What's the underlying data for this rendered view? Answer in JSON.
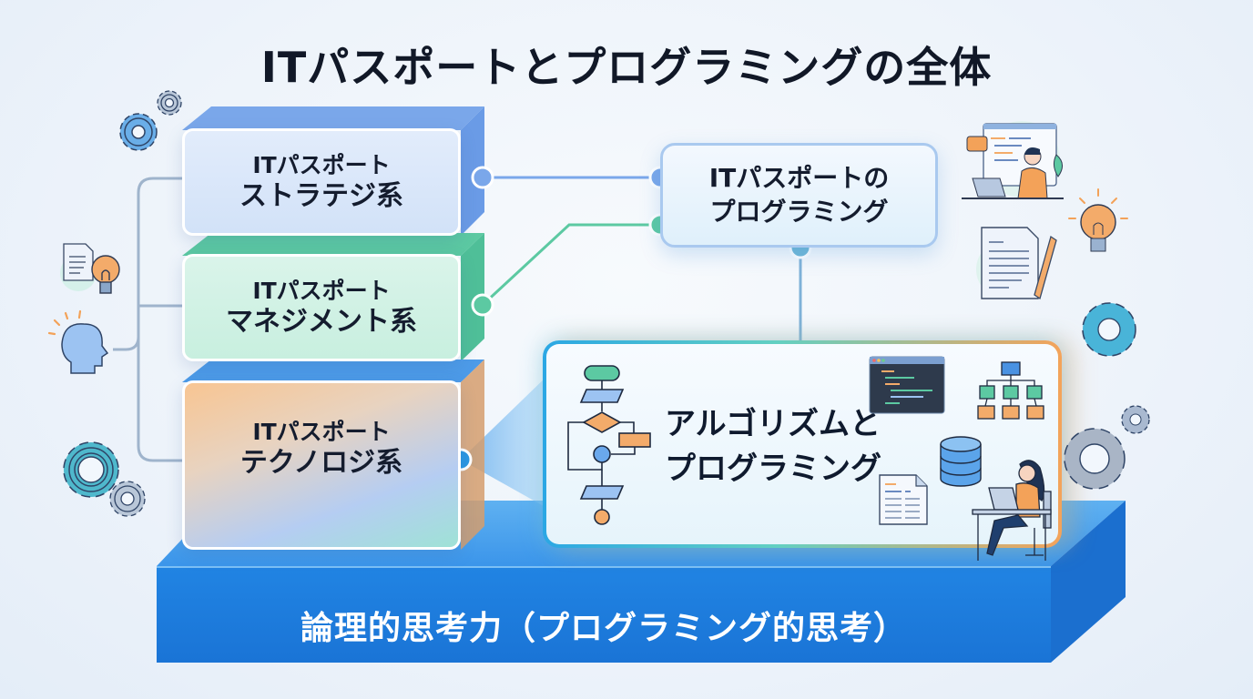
{
  "title": "ITパスポートとプログラミングの全体",
  "blocks": [
    {
      "line1": "ITパスポート",
      "line2": "ストラテジ系",
      "color": "#7aa7ea"
    },
    {
      "line1": "ITパスポート",
      "line2": "マネジメント系",
      "color": "#5cc9a2"
    },
    {
      "line1": "ITパスポート",
      "line2": "テクノロジ系",
      "color": "#f3ab6a"
    }
  ],
  "itpassport_programming": {
    "line1": "ITパスポートの",
    "line2": "プログラミング"
  },
  "algorithm_programming": {
    "line1": "アルゴリズムと",
    "line2": "プログラミング"
  },
  "foundation": {
    "label": "論理的思考力（プログラミング的思考）",
    "color": "#1f7fe0"
  },
  "colors": {
    "connector_blue": "#7aa7ea",
    "connector_green": "#5cc9a2",
    "connector_teal": "#6fb7d6",
    "accent_orange": "#f3ab6a",
    "text_dark": "#111827"
  },
  "icons": {
    "left": [
      "gear-icon",
      "document-icon",
      "lightbulb-icon",
      "head-thinking-icon",
      "gear-icon"
    ],
    "right": [
      "programmer-at-computer-icon",
      "lightbulb-icon",
      "document-pencil-icon",
      "gear-icon",
      "gear-icon"
    ],
    "inside_algorithm_box": [
      "flowchart-icon",
      "code-editor-icon",
      "hierarchy-tree-icon",
      "database-icon",
      "spreadsheet-document-icon",
      "woman-at-laptop-icon"
    ]
  }
}
